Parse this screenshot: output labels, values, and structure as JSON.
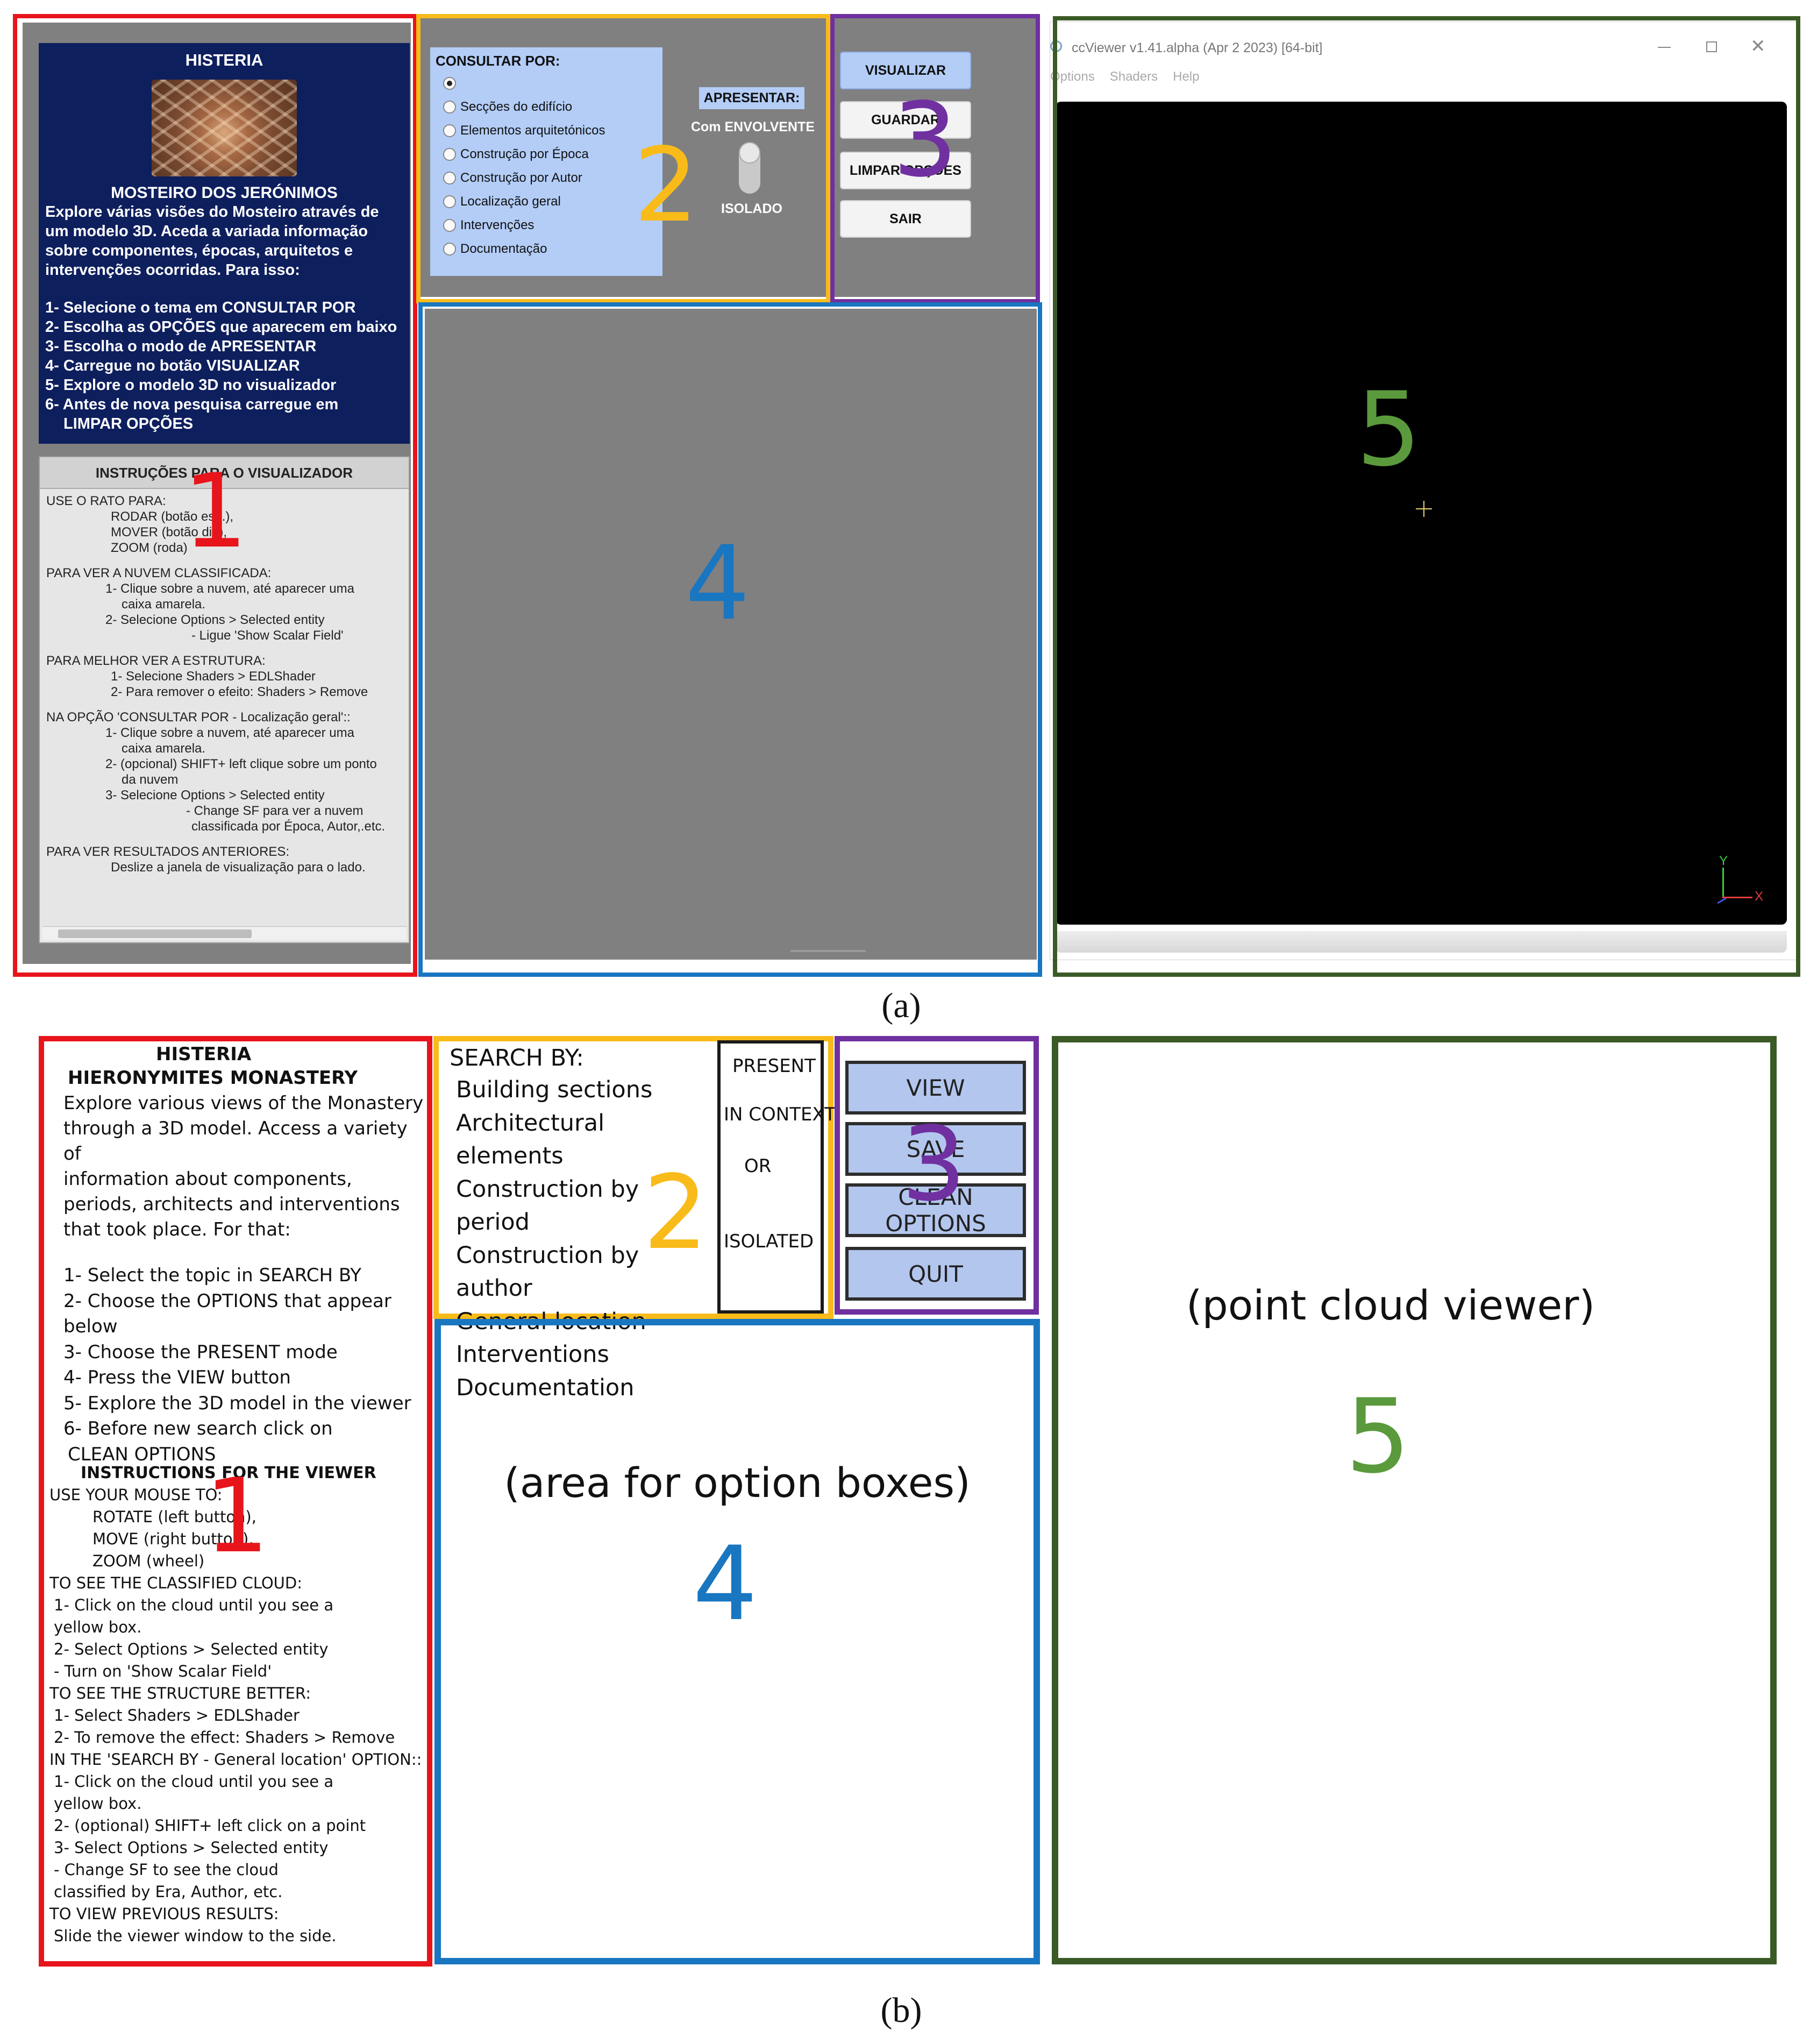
{
  "fig_a": {
    "caption": "(a)",
    "intro": {
      "title": "HISTERIA",
      "monastery_title": "MOSTEIRO DOS JERÓNIMOS",
      "description": "Explore várias visões do Mosteiro através de um modelo 3D. Aceda a variada informação sobre componentes, épocas, arquitetos e intervenções ocorridas. Para isso:",
      "steps": [
        "1- Selecione o tema em CONSULTAR POR",
        "2- Escolha as OPÇÕES que aparecem em baixo",
        "3- Escolha o modo de APRESENTAR",
        "4- Carregue no botão VISUALIZAR",
        "5- Explore o modelo 3D no visualizador",
        "6- Antes de nova pesquisa carregue em",
        "LIMPAR OPÇÕES"
      ]
    },
    "instructions": {
      "header": "INSTRUÇÕES PARA O VISUALIZADOR",
      "mouse": [
        "USE O RATO PARA:",
        "RODAR (botão esq.),",
        "MOVER (botão dir.),",
        "ZOOM (roda)"
      ],
      "cloud": [
        "PARA VER A NUVEM CLASSIFICADA:",
        "1- Clique sobre a nuvem, até aparecer uma",
        "caixa amarela.",
        "2- Selecione Options > Selected entity",
        "- Ligue 'Show Scalar Field'"
      ],
      "structure": [
        "PARA MELHOR VER A ESTRUTURA:",
        "1- Selecione Shaders > EDLShader",
        "2- Para remover o efeito: Shaders > Remove"
      ],
      "location": [
        "NA OPÇÃO 'CONSULTAR POR - Localização geral'::",
        "1- Clique sobre a nuvem, até aparecer uma",
        "caixa amarela.",
        "2- (opcional) SHIFT+ left clique sobre um ponto",
        "da nuvem",
        "3- Selecione Options > Selected entity",
        "- Change SF para ver a nuvem",
        "classificada por Época, Autor,.etc."
      ],
      "previous": [
        "PARA VER RESULTADOS ANTERIORES:",
        "Deslize a janela de visualização para o lado."
      ]
    },
    "consult": {
      "header": "CONSULTAR POR:",
      "options": [
        "",
        "Secções do edifício",
        "Elementos arquitetónicos",
        "Construção por Época",
        "Construção por Autor",
        "Localização geral",
        "Intervenções",
        "Documentação"
      ]
    },
    "present": {
      "label": "APRESENTAR:",
      "top": "Com ENVOLVENTE",
      "bottom": "ISOLADO"
    },
    "buttons": [
      "VISUALIZAR",
      "GUARDAR",
      "LIMPAR OPÇÕES",
      "SAIR"
    ],
    "viewer": {
      "title": "ccViewer v1.41.alpha (Apr  2 2023) [64-bit]",
      "menu": [
        "Options",
        "Shaders",
        "Help"
      ],
      "axis_y": "Y",
      "axis_x": "X"
    },
    "labels": [
      "1",
      "2",
      "3",
      "4",
      "5"
    ]
  },
  "fig_b": {
    "caption": "(b)",
    "intro": {
      "title": "HISTERIA",
      "monastery_title": "HIERONYMITES MONASTERY",
      "description": [
        "Explore various views of the Monastery",
        "through a 3D model. Access a variety of",
        "information about components,",
        "periods, architects and interventions",
        "that took place. For that:"
      ],
      "steps": [
        "1- Select the topic in SEARCH BY",
        "2- Choose the OPTIONS that appear",
        "below",
        "3- Choose the PRESENT mode",
        "4- Press the VIEW button",
        "5- Explore the 3D model in the viewer",
        "6- Before new search click on",
        "CLEAN OPTIONS"
      ]
    },
    "instructions": {
      "header": "INSTRUCTIONS FOR THE VIEWER",
      "lines": [
        "USE YOUR MOUSE TO:",
        "ROTATE (left button),",
        "MOVE (right button),",
        "ZOOM (wheel)",
        "TO SEE THE CLASSIFIED CLOUD:",
        "1- Click on the cloud until you see a",
        "yellow box.",
        "2- Select Options > Selected entity",
        "- Turn on 'Show Scalar Field'",
        "TO SEE THE STRUCTURE BETTER:",
        "1- Select Shaders > EDLShader",
        "2- To remove the effect: Shaders > Remove",
        "IN THE 'SEARCH BY - General location' OPTION::",
        "1- Click on the cloud until you see  a",
        "yellow box.",
        "2- (optional) SHIFT+ left click on a point",
        "3- Select Options > Selected entity",
        "- Change SF to see the cloud",
        "classified by Era, Author, etc.",
        "TO VIEW PREVIOUS RESULTS:",
        "Slide the viewer window to the side."
      ]
    },
    "search": {
      "header": "SEARCH BY:",
      "options": [
        "Building sections",
        "Architectural elements",
        "Construction by period",
        "Construction by author",
        "General location",
        "Interventions",
        "Documentation"
      ]
    },
    "present": [
      "PRESENT",
      "IN CONTEXT",
      "OR",
      "ISOLATED"
    ],
    "buttons": [
      "VIEW",
      "SAVE",
      "CLEAN OPTIONS",
      "QUIT"
    ],
    "option_area": "(area for option boxes)",
    "viewer_label": "(point cloud viewer)",
    "labels": [
      "1",
      "2",
      "3",
      "4",
      "5"
    ]
  },
  "colors": {
    "red": "#e8141b",
    "yellow": "#f9bb1a",
    "purple": "#7030a0",
    "blue": "#1976c1",
    "green": "#3a5a26",
    "num_green": "#5a9a3c"
  }
}
